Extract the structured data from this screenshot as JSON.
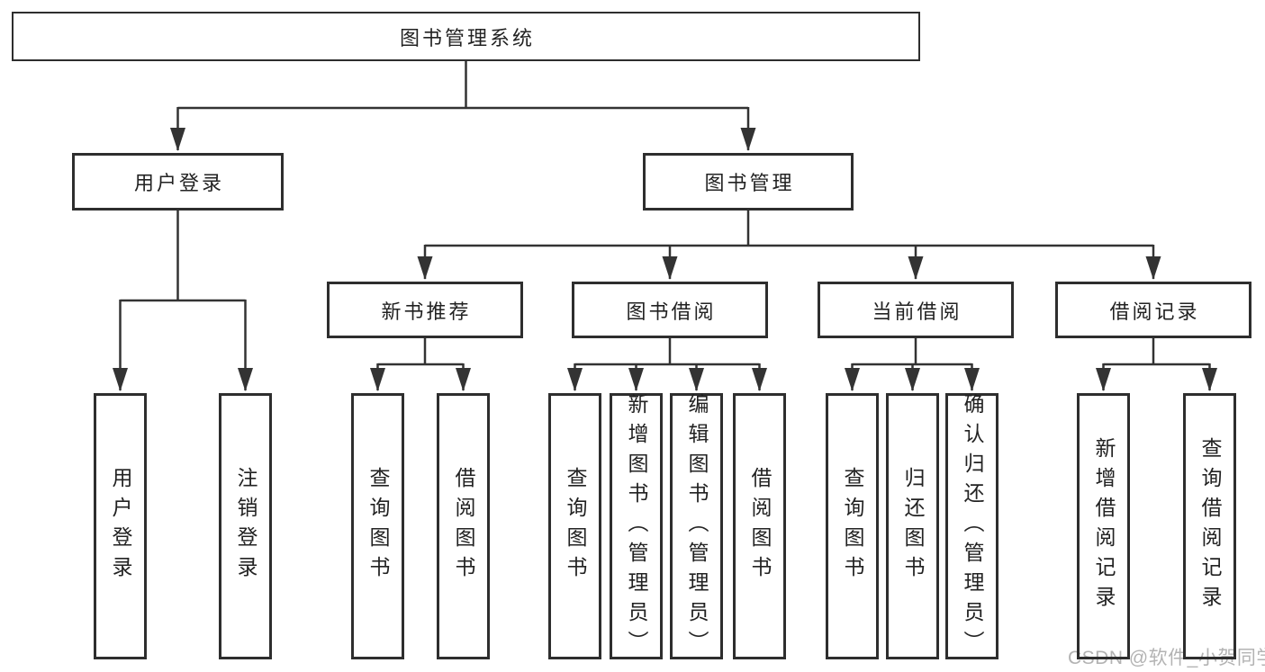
{
  "colors": {
    "line": "#333333",
    "box_border": "#2e2e2e",
    "text": "#222222",
    "watermark": "#b3b3b3",
    "background": "#ffffff"
  },
  "watermark": {
    "text": "CSDN @软件_小贺同学"
  },
  "tree": {
    "label": "图书管理系统",
    "children": [
      {
        "label": "用户登录",
        "children": [
          {
            "label": "用户登录"
          },
          {
            "label": "注销登录"
          }
        ]
      },
      {
        "label": "图书管理",
        "children": [
          {
            "label": "新书推荐",
            "children": [
              {
                "label": "查询图书"
              },
              {
                "label": "借阅图书"
              }
            ]
          },
          {
            "label": "图书借阅",
            "children": [
              {
                "label": "查询图书"
              },
              {
                "label": "新增图书（管理员）"
              },
              {
                "label": "编辑图书（管理员）"
              },
              {
                "label": "借阅图书"
              }
            ]
          },
          {
            "label": "当前借阅",
            "children": [
              {
                "label": "查询图书"
              },
              {
                "label": "归还图书"
              },
              {
                "label": "确认归还（管理员）"
              }
            ]
          },
          {
            "label": "借阅记录",
            "children": [
              {
                "label": "新增借阅记录"
              },
              {
                "label": "查询借阅记录"
              }
            ]
          }
        ]
      }
    ]
  }
}
